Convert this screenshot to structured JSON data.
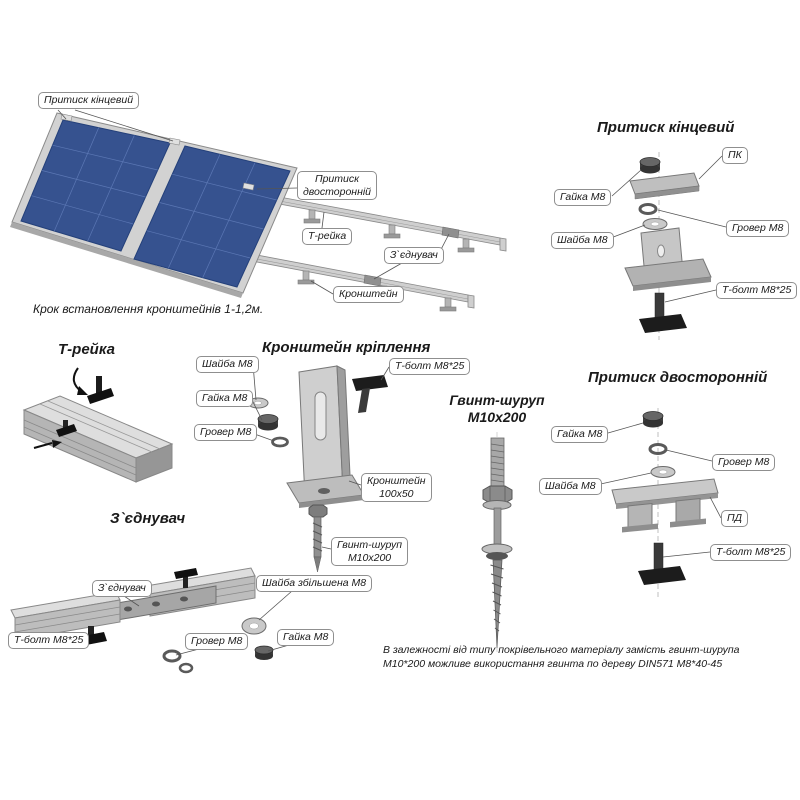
{
  "assembly": {
    "caption": "Крок встановлення кронштейнів 1-1,2м.",
    "label_end_clamp": "Притиск кінцевий",
    "label_double_clamp_line1": "Притиск",
    "label_double_clamp_line2": "двосторонній",
    "label_t_rail": "Т-рейка",
    "label_connector": "З`єднувач",
    "label_bracket": "Кронштейн"
  },
  "end_clamp": {
    "title": "Притиск кінцевий",
    "label_pk": "ПК",
    "label_nut": "Гайка М8",
    "label_grover": "Гровер М8",
    "label_washer": "Шайба М8",
    "label_tbolt": "Т-болт М8*25"
  },
  "t_rail": {
    "title": "Т-рейка"
  },
  "bracket": {
    "title": "Кронштейн кріплення",
    "label_washer": "Шайба М8",
    "label_nut": "Гайка М8",
    "label_grover": "Гровер М8",
    "label_tbolt": "Т-болт М8*25",
    "label_bracket_line1": "Кронштейн",
    "label_bracket_line2": "100х50",
    "label_screw_line1": "Гвинт-шуруп",
    "label_screw_line2": "М10х200"
  },
  "screw": {
    "title_line1": "Гвинт-шуруп",
    "title_line2": "М10х200"
  },
  "double_clamp": {
    "title": "Притиск двосторонній",
    "label_nut": "Гайка М8",
    "label_grover": "Гровер М8",
    "label_washer": "Шайба М8",
    "label_pd": "ПД",
    "label_tbolt": "Т-болт М8*25"
  },
  "connector": {
    "title": "З`єднувач",
    "label_connector": "З`єднувач",
    "label_tbolt": "Т-болт М8*25",
    "label_grover": "Гровер М8",
    "label_washer_big": "Шайба збільшена М8",
    "label_nut": "Гайка М8"
  },
  "footnote": {
    "line1": "В залежності від типу покрівельного матеріалу замість гвинт-шурупа",
    "line2": "М10*200 можливе використання гвинта по дереву DIN571 М8*40-45"
  },
  "colors": {
    "panel": "#36528f",
    "panel_grid": "#5b77b4",
    "metal_light": "#cfcfcf",
    "metal_dark": "#8f8f8f",
    "bolt_black": "#1c1c1c"
  }
}
